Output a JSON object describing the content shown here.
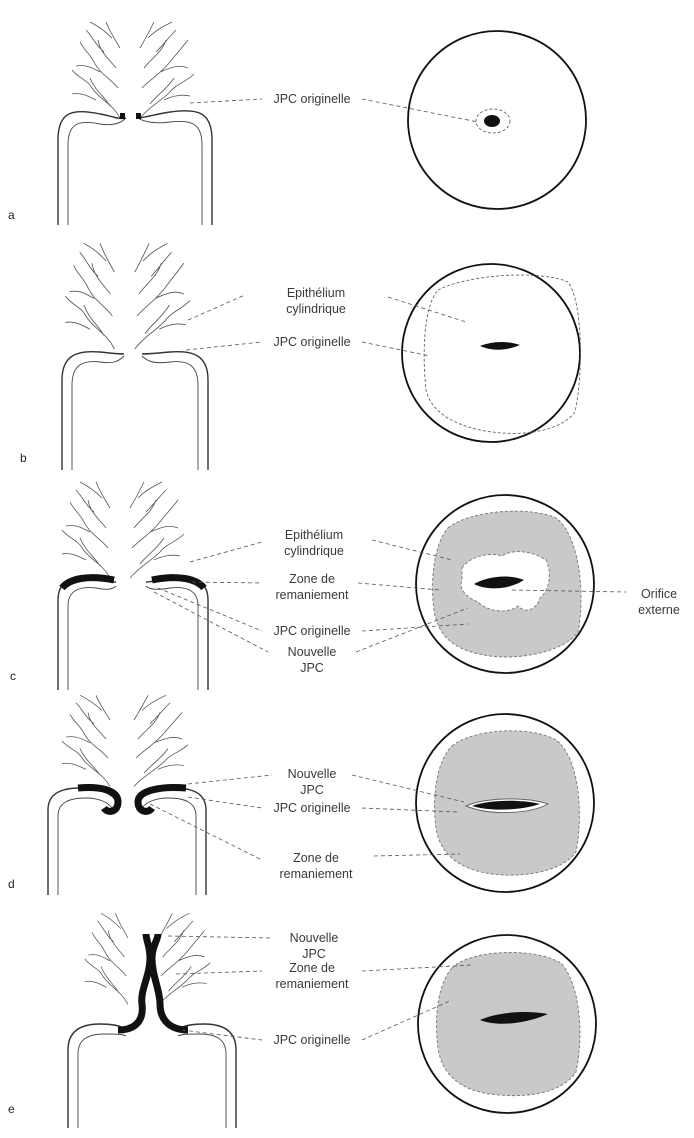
{
  "panels": {
    "a": {
      "letter": "a",
      "labels": {
        "jpc_originelle": "JPC originelle"
      }
    },
    "b": {
      "letter": "b",
      "labels": {
        "epithelium_1": "Epithélium",
        "epithelium_2": "cylindrique",
        "jpc_originelle": "JPC originelle"
      }
    },
    "c": {
      "letter": "c",
      "labels": {
        "epithelium_1": "Epithélium",
        "epithelium_2": "cylindrique",
        "zone_1": "Zone de",
        "zone_2": "remaniement",
        "jpc_originelle": "JPC originelle",
        "nouvelle_1": "Nouvelle",
        "nouvelle_2": "JPC",
        "orifice_1": "Orifice",
        "orifice_2": "externe"
      }
    },
    "d": {
      "letter": "d",
      "labels": {
        "nouvelle_1": "Nouvelle",
        "nouvelle_2": "JPC",
        "jpc_originelle": "JPC originelle",
        "zone_1": "Zone de",
        "zone_2": "remaniement"
      }
    },
    "e": {
      "letter": "e",
      "labels": {
        "nouvelle_1": "Nouvelle",
        "nouvelle_2": "JPC",
        "zone_1": "Zone de",
        "zone_2": "remaniement",
        "jpc_originelle": "JPC originelle"
      }
    }
  }
}
